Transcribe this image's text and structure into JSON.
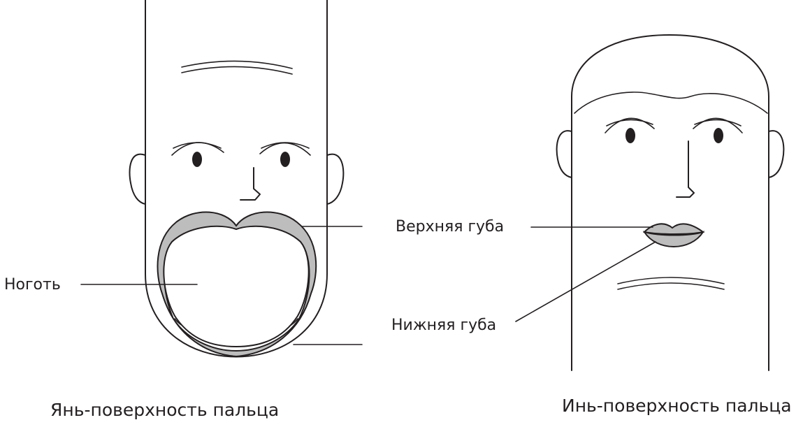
{
  "labels": {
    "nail": "Ноготь",
    "upper_lip": "Верхняя губа",
    "lower_lip": "Нижняя губа"
  },
  "captions": {
    "yang": "Янь-поверхность пальца",
    "yin": "Инь-поверхность пальца"
  },
  "colors": {
    "ink": "#231f20",
    "lip_fill": "#bdbdbd",
    "background": "#ffffff"
  }
}
